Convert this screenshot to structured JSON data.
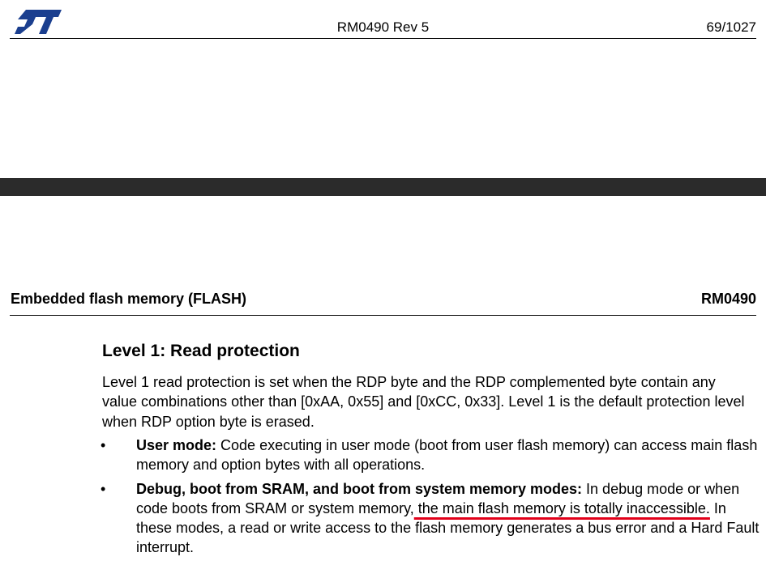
{
  "header": {
    "logo": "st-logo",
    "doc_id": "RM0490 Rev 5",
    "page": "69/1027"
  },
  "section_header": {
    "title": "Embedded flash memory (FLASH)",
    "doc_ref": "RM0490"
  },
  "colors": {
    "separator": "#2b2b2b",
    "underline_annotation": "#e2001a",
    "logo": "#1b3f8f"
  },
  "content": {
    "heading": "Level 1: Read protection",
    "paragraph": "Level 1 read protection is set when the RDP byte and the RDP complemented byte contain any value combinations other than [0xAA, 0x55] and [0xCC, 0x33]. Level 1 is the default protection level when RDP option byte is erased.",
    "bullets": [
      {
        "marker": "•",
        "bold": "User mode:",
        "text": " Code executing in user mode (boot from user flash memory) can access main flash memory and option bytes with all operations."
      },
      {
        "marker": "•",
        "bold": "Debug, boot from SRAM, and boot from system memory modes:",
        "text_before": " In debug mode or when code boots from SRAM or system memory,",
        "underlined": " the main flash memory is totally inaccessible.",
        "text_after": " In these modes, a read or write access to the flash memory generates a bus error and a Hard Fault interrupt."
      }
    ]
  }
}
